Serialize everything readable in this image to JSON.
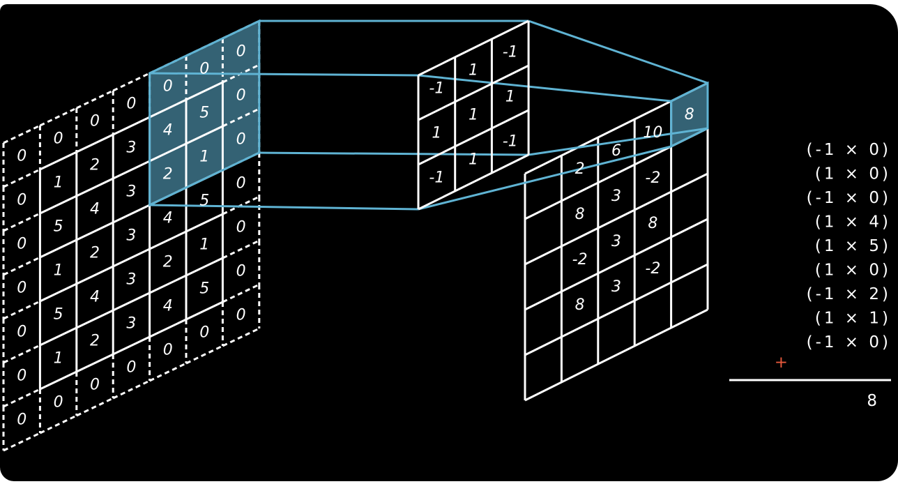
{
  "colors": {
    "background": "#000000",
    "grid": "#ffffff",
    "highlight": "#5fb3d3",
    "plus": "#e8593c"
  },
  "input": {
    "padding": 1,
    "grid": [
      [
        0,
        0,
        0,
        0,
        0,
        0,
        0
      ],
      [
        0,
        1,
        2,
        3,
        4,
        5,
        0
      ],
      [
        0,
        5,
        4,
        3,
        2,
        1,
        0
      ],
      [
        0,
        1,
        2,
        3,
        4,
        5,
        0
      ],
      [
        0,
        5,
        4,
        3,
        2,
        1,
        0
      ],
      [
        0,
        1,
        2,
        3,
        4,
        5,
        0
      ],
      [
        0,
        0,
        0,
        0,
        0,
        0,
        0
      ]
    ],
    "highlight": {
      "row": 0,
      "col": 4,
      "size": 3
    }
  },
  "kernel": {
    "grid": [
      [
        -1,
        1,
        -1
      ],
      [
        1,
        1,
        1
      ],
      [
        -1,
        1,
        -1
      ]
    ]
  },
  "output": {
    "grid": [
      [
        "",
        "2",
        "6",
        "10",
        "8"
      ],
      [
        "",
        "8",
        "3",
        "-2",
        ""
      ],
      [
        "",
        "-2",
        "3",
        "8",
        ""
      ],
      [
        "",
        "8",
        "3",
        "-2",
        ""
      ],
      [
        "",
        "",
        "",
        "",
        ""
      ]
    ],
    "highlight": {
      "row": 0,
      "col": 4
    }
  },
  "equation": {
    "terms": [
      "(-1 × 0)",
      "(1 × 0)",
      "(-1 × 0)",
      "(1 × 4)",
      "(1 × 5)",
      "(1 × 0)",
      "(-1 × 2)",
      "(1 × 1)",
      "(-1 × 0)"
    ],
    "plus_sign": "+",
    "result": "8"
  }
}
